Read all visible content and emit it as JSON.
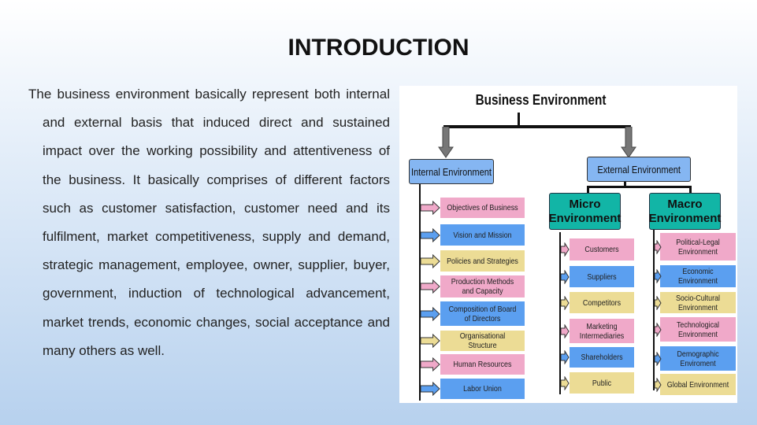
{
  "slide": {
    "title": "INTRODUCTION",
    "body": "The business environment basically represent both internal and external basis that induced direct and sustained impact over the working possibility and attentiveness of the business. It basically comprises of different factors such as customer satisfaction, customer need and its fulfilment, market competitiveness, supply and demand, strategic management, employee, owner, supplier, buyer, government, induction of technological advancement, market trends, economic changes, social acceptance and many others as well."
  },
  "diagram": {
    "title": "Business Environment",
    "internal": {
      "label": "Internal Environment",
      "items": [
        {
          "label": "Objectives of Business",
          "color": "#f0a9c9"
        },
        {
          "label": "Vision and Mission",
          "color": "#5b9ff0"
        },
        {
          "label": "Policies and Strategies",
          "color": "#ecdc95"
        },
        {
          "label": "Production Methods and Capacity",
          "color": "#f0a9c9"
        },
        {
          "label": "Composition of Board of Directors",
          "color": "#5b9ff0"
        },
        {
          "label": "Organisational Structure",
          "color": "#ecdc95"
        },
        {
          "label": "Human Resources",
          "color": "#f0a9c9"
        },
        {
          "label": "Labor Union",
          "color": "#5b9ff0"
        }
      ]
    },
    "external": {
      "label": "External Environment"
    },
    "micro": {
      "label": "Micro Environment",
      "items": [
        {
          "label": "Customers",
          "color": "#f0a9c9"
        },
        {
          "label": "Suppliers",
          "color": "#5b9ff0"
        },
        {
          "label": "Competitors",
          "color": "#ecdc95"
        },
        {
          "label": "Marketing Intermediaries",
          "color": "#f0a9c9"
        },
        {
          "label": "Shareholders",
          "color": "#5b9ff0"
        },
        {
          "label": "Public",
          "color": "#ecdc95"
        }
      ]
    },
    "macro": {
      "label": "Macro Environment",
      "items": [
        {
          "label": "Political-Legal Environment",
          "color": "#f0a9c9"
        },
        {
          "label": "Economic Environment",
          "color": "#5b9ff0"
        },
        {
          "label": "Socio-Cultural Environment",
          "color": "#ecdc95"
        },
        {
          "label": "Technological Environment",
          "color": "#f0a9c9"
        },
        {
          "label": "Demographic Enviroment",
          "color": "#5b9ff0"
        },
        {
          "label": "Global Environment",
          "color": "#ecdc95"
        }
      ]
    }
  }
}
